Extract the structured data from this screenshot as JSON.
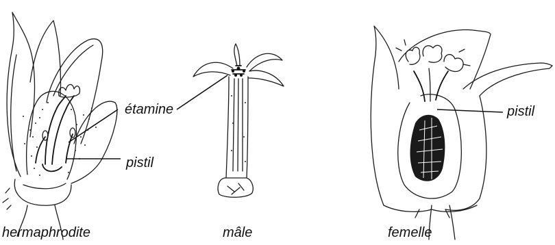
{
  "labels": {
    "stamen": "étamine",
    "pistil_left": "pistil",
    "pistil_right": "pistil"
  },
  "captions": {
    "hermaphrodite": "hermaphrodite",
    "male": "mâle",
    "female": "femelle"
  }
}
